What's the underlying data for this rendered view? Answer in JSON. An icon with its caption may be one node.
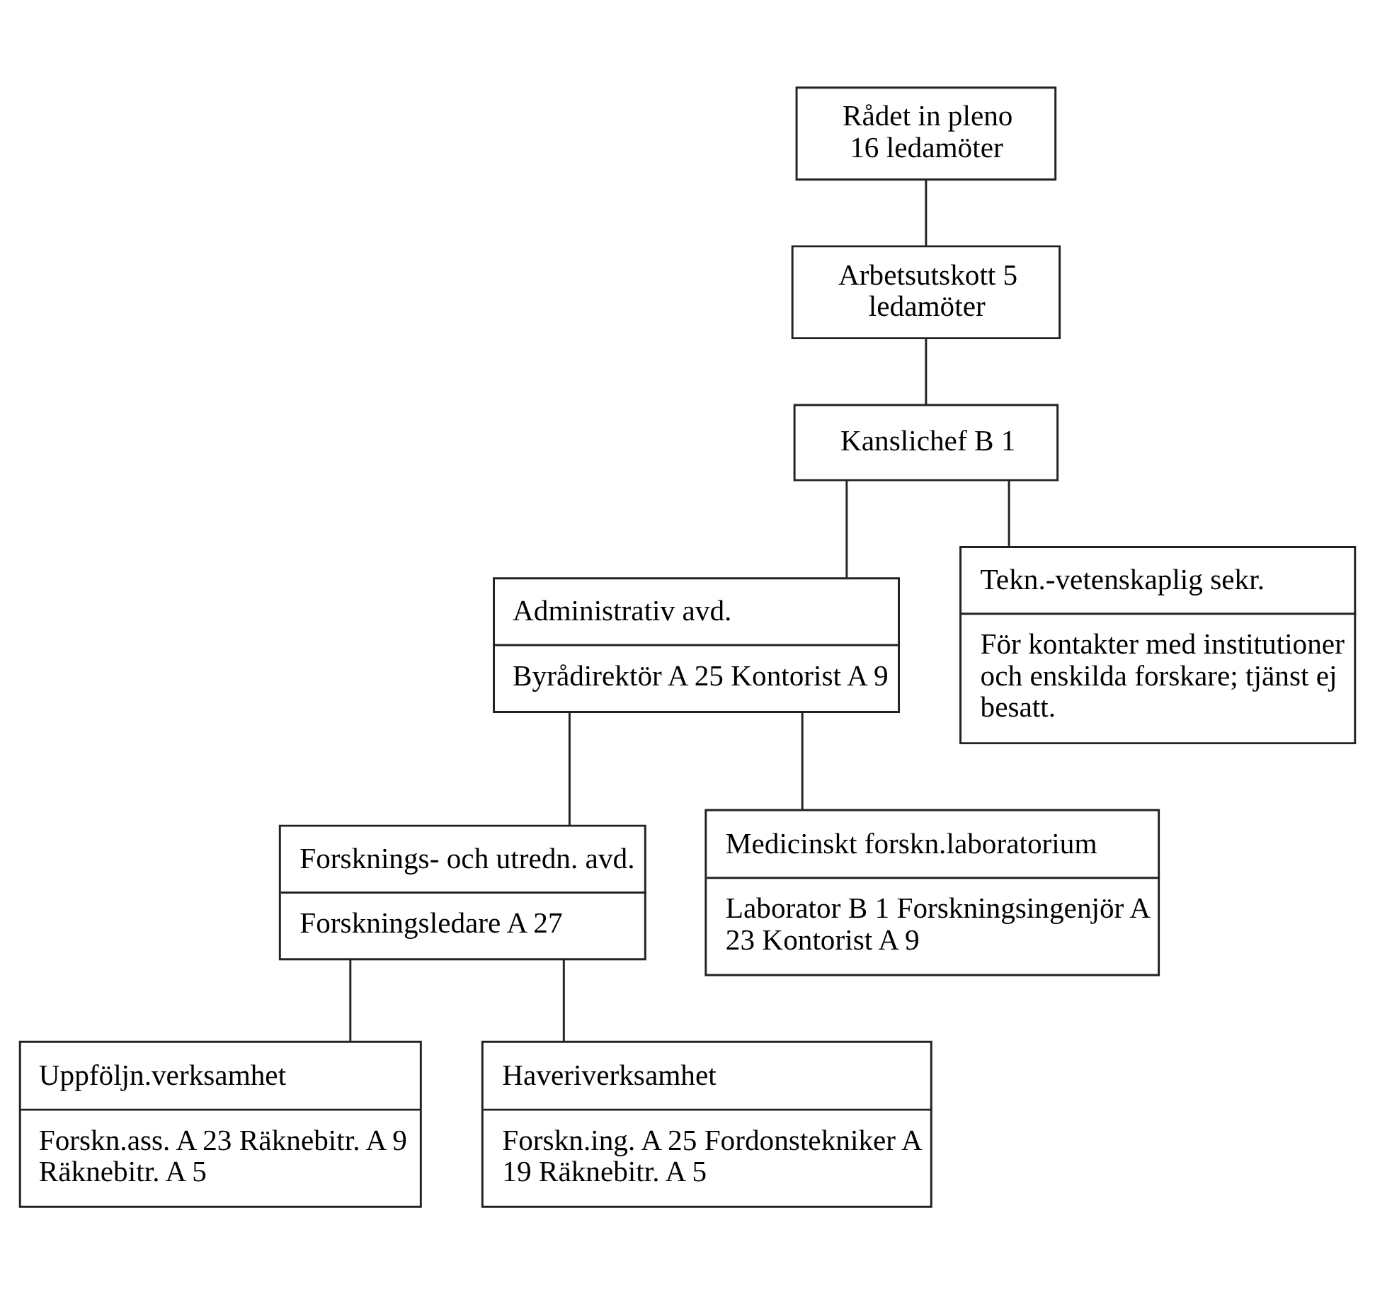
{
  "diagram": {
    "nodes": [
      {
        "text": [
          "Rådet in pleno 16 ledamöter"
        ]
      },
      {
        "text": [
          "Arbetsutskott 5 ledamöter"
        ]
      },
      {
        "text": [
          "Kanslichef B 1"
        ]
      },
      {
        "text": [
          "Administrativ avd.",
          "Byrådirektör A 25 Kontorist A 9"
        ]
      },
      {
        "text": [
          "Tekn.-vetenskaplig sekr.",
          "För kontakter med institutioner och enskilda forskare; tjänst ej besatt."
        ]
      },
      {
        "text": [
          "Forsknings- och utredn. avd.",
          "Forskningsledare A 27"
        ]
      },
      {
        "text": [
          "Medicinskt forskn.laboratorium",
          "Laborator B 1 Forskningsingenjör A 23 Kontorist A 9"
        ]
      },
      {
        "text": [
          "Uppföljn.verksamhet",
          "Forskn.ass. A 23 Räknebitr. A 9 Räknebitr. A 5"
        ]
      },
      {
        "text": [
          "Haveriverksamhet",
          "Forskn.ing. A 25 Fordonstekniker A 19 Räknebitr. A 5"
        ]
      }
    ],
    "edges": [
      {
        "from": 0,
        "to": 1,
        "arrow": "none"
      },
      {
        "from": 1,
        "to": 2,
        "arrow": "none"
      },
      {
        "from": 2,
        "to": 3,
        "arrow": "none"
      },
      {
        "from": 2,
        "to": 4,
        "arrow": "none"
      },
      {
        "from": 3,
        "to": 5,
        "arrow": "none"
      },
      {
        "from": 3,
        "to": 6,
        "arrow": "none"
      },
      {
        "from": 5,
        "to": 7,
        "arrow": "none"
      },
      {
        "from": 5,
        "to": 8,
        "arrow": "none"
      }
    ]
  }
}
